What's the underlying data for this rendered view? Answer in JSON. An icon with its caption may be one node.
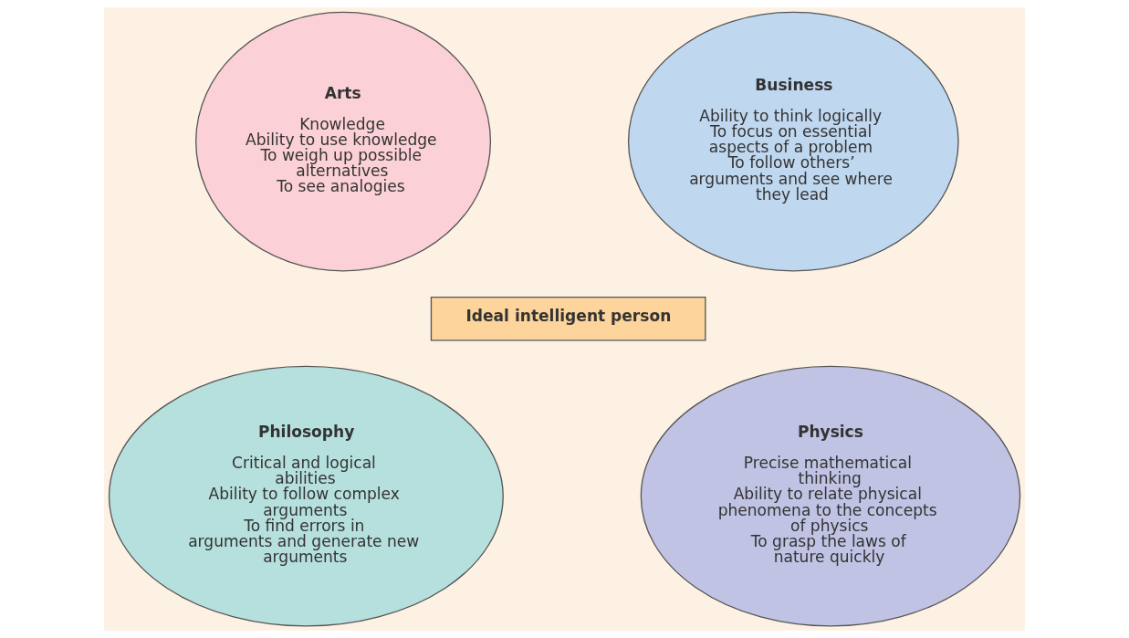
{
  "diagram": {
    "nodes": [
      {
        "text": [
          "Arts",
          "Knowledge",
          "Ability to use knowledge",
          "To weigh up possible alternatives",
          "To see analogies"
        ]
      },
      {
        "text": [
          "Business",
          "Ability to think logically",
          "To focus on essential aspects of a problem",
          "To follow others’ arguments and see where they lead"
        ]
      },
      {
        "text": [
          "Ideal intelligent person"
        ]
      },
      {
        "text": [
          "Philosophy",
          "Critical and logical abilities",
          "Ability to follow complex arguments",
          "To find errors in arguments and generate new arguments"
        ]
      },
      {
        "text": [
          "Physics",
          "Precise mathematical thinking",
          "Ability to relate physical phenomena to the concepts of physics",
          "To grasp the laws of nature quickly"
        ]
      }
    ],
    "edges": []
  }
}
